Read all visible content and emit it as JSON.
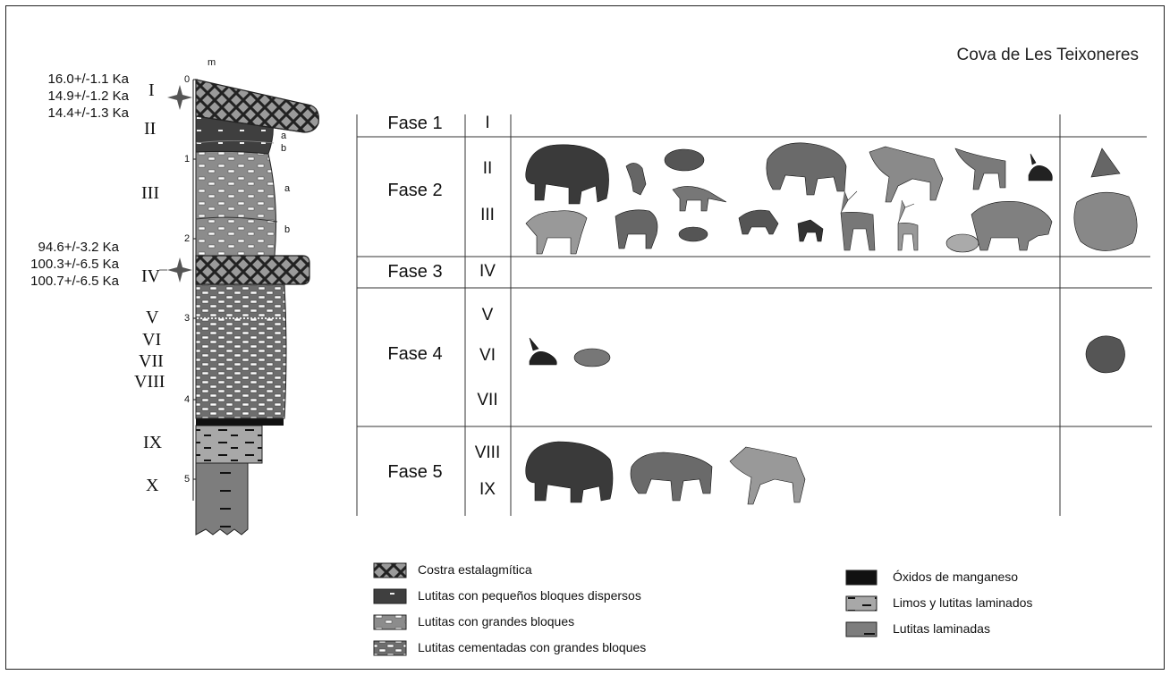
{
  "title": "Cova de Les Teixoneres",
  "column": {
    "unit_label": "m",
    "depth_ticks": [
      "0",
      "1",
      "2",
      "3",
      "4",
      "5"
    ],
    "levels": [
      "I",
      "II",
      "III",
      "IV",
      "V",
      "VI",
      "VII",
      "VIII",
      "IX",
      "X"
    ],
    "sublevels": [
      "a",
      "b",
      "a",
      "b"
    ],
    "dates_top": [
      "16.0+/-1.1 Ka",
      "14.9+/-1.2 Ka",
      "14.4+/-1.3 Ka"
    ],
    "dates_mid": [
      "94.6+/-3.2 Ka",
      "100.3+/-6.5 Ka",
      "100.7+/-6.5 Ka"
    ]
  },
  "table": {
    "phases": [
      {
        "name": "Fase 1",
        "levels": [
          "I"
        ]
      },
      {
        "name": "Fase 2",
        "levels": [
          "II",
          "III"
        ]
      },
      {
        "name": "Fase 3",
        "levels": [
          "IV"
        ]
      },
      {
        "name": "Fase 4",
        "levels": [
          "V",
          "VI",
          "VII"
        ]
      },
      {
        "name": "Fase 5",
        "levels": [
          "VIII",
          "IX"
        ]
      }
    ]
  },
  "legend": {
    "left": [
      "Costra estalagmítica",
      "Lutitas con pequeños bloques dispersos",
      "Lutitas con grandes bloques",
      "Lutitas cementadas con grandes bloques"
    ],
    "right": [
      "Óxidos de manganeso",
      "Limos y lutitas laminados",
      "Lutitas laminadas"
    ]
  },
  "colors": {
    "crust": "#9a9a9a",
    "dark_lutite": "#3f3f3f",
    "lutite_blocks": "#8c8c8c",
    "cemented": "#6e6e6e",
    "manganese": "#111111",
    "silts": "#a8a8a8",
    "laminated": "#7d7d7d"
  }
}
